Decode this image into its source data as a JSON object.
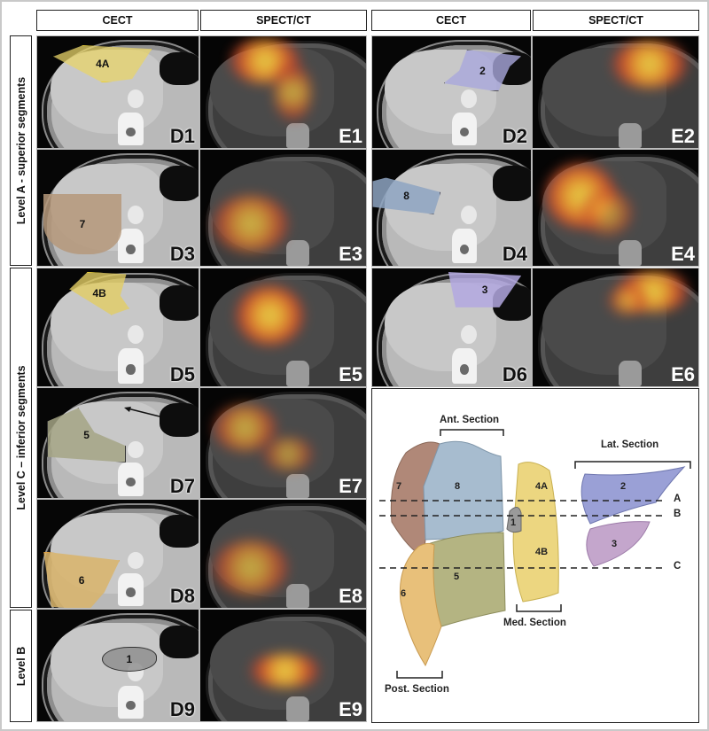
{
  "column_headers": [
    "CECT",
    "SPECT/CT",
    "CECT",
    "SPECT/CT"
  ],
  "row_labels": {
    "level_a": "Level A - superior segments",
    "level_c": "Level C – inferior segments",
    "level_b": "Level B"
  },
  "panels": [
    {
      "id": "D1",
      "modality": "CECT",
      "segment": "4A",
      "roi_color": "#e8d46a"
    },
    {
      "id": "E1",
      "modality": "SPECT/CT"
    },
    {
      "id": "D2",
      "modality": "CECT",
      "segment": "2",
      "roi_color": "#a9a8dc"
    },
    {
      "id": "E2",
      "modality": "SPECT/CT"
    },
    {
      "id": "D3",
      "modality": "CECT",
      "segment": "7",
      "roi_color": "#b5987a"
    },
    {
      "id": "E3",
      "modality": "SPECT/CT"
    },
    {
      "id": "D4",
      "modality": "CECT",
      "segment": "8",
      "roi_color": "#8ea4c2"
    },
    {
      "id": "E4",
      "modality": "SPECT/CT"
    },
    {
      "id": "D5",
      "modality": "CECT",
      "segment": "4B",
      "roi_color": "#e2cd64"
    },
    {
      "id": "E5",
      "modality": "SPECT/CT"
    },
    {
      "id": "D6",
      "modality": "CECT",
      "segment": "3",
      "roi_color": "#b3a8e0"
    },
    {
      "id": "E6",
      "modality": "SPECT/CT"
    },
    {
      "id": "D7",
      "modality": "CECT",
      "segment": "5",
      "roi_color": "#a5a585"
    },
    {
      "id": "E7",
      "modality": "SPECT/CT"
    },
    {
      "id": "D8",
      "modality": "CECT",
      "segment": "6",
      "roi_color": "#d9b46a"
    },
    {
      "id": "E8",
      "modality": "SPECT/CT"
    },
    {
      "id": "D9",
      "modality": "CECT",
      "segment": "1",
      "roi_color": "#8c8c8c"
    },
    {
      "id": "E9",
      "modality": "SPECT/CT"
    }
  ],
  "diagram": {
    "sections": {
      "ant": "Ant. Section",
      "lat": "Lat. Section",
      "med": "Med. Section",
      "post": "Post. Section"
    },
    "levels": [
      "A",
      "B",
      "C"
    ],
    "segments": [
      {
        "label": "7",
        "color": "#b08878"
      },
      {
        "label": "8",
        "color": "#a7bccf"
      },
      {
        "label": "4A",
        "color": "#ecd680"
      },
      {
        "label": "1",
        "color": "#9a9a9a"
      },
      {
        "label": "2",
        "color": "#9aa0d6"
      },
      {
        "label": "3",
        "color": "#c4a6cc"
      },
      {
        "label": "4B",
        "color": "#ecd680"
      },
      {
        "label": "5",
        "color": "#b4b482"
      },
      {
        "label": "6",
        "color": "#e8c07a"
      }
    ]
  }
}
